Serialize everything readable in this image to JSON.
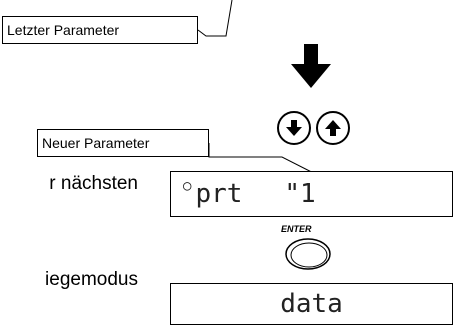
{
  "callouts": {
    "last_parameter": "Letzter Parameter",
    "new_parameter": "Neuer Parameter"
  },
  "displays": {
    "current": {
      "degree_mark": "○",
      "text_left": "prt",
      "text_right": "\"1"
    },
    "next": {
      "text": "data"
    }
  },
  "body_text": {
    "line1": "r nächsten",
    "line2": "iegemodus"
  },
  "keys": {
    "enter_label": "ENTER",
    "down_icon": "arrow-down",
    "up_icon": "arrow-up"
  }
}
